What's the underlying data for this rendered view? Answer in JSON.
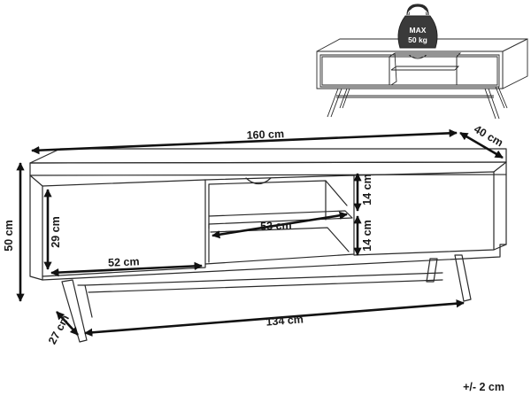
{
  "weight_badge": {
    "line1": "MAX",
    "line2": "50 kg"
  },
  "dimensions": {
    "width": "160 cm",
    "depth": "40 cm",
    "height": "50 cm",
    "door_height": "29 cm",
    "door_width": "52 cm",
    "shelf_width": "53 cm",
    "upper_compartment": "14 cm",
    "lower_compartment": "14 cm",
    "leg_span": "134 cm",
    "leg_depth": "27 cm"
  },
  "tolerance": "+/- 2 cm"
}
